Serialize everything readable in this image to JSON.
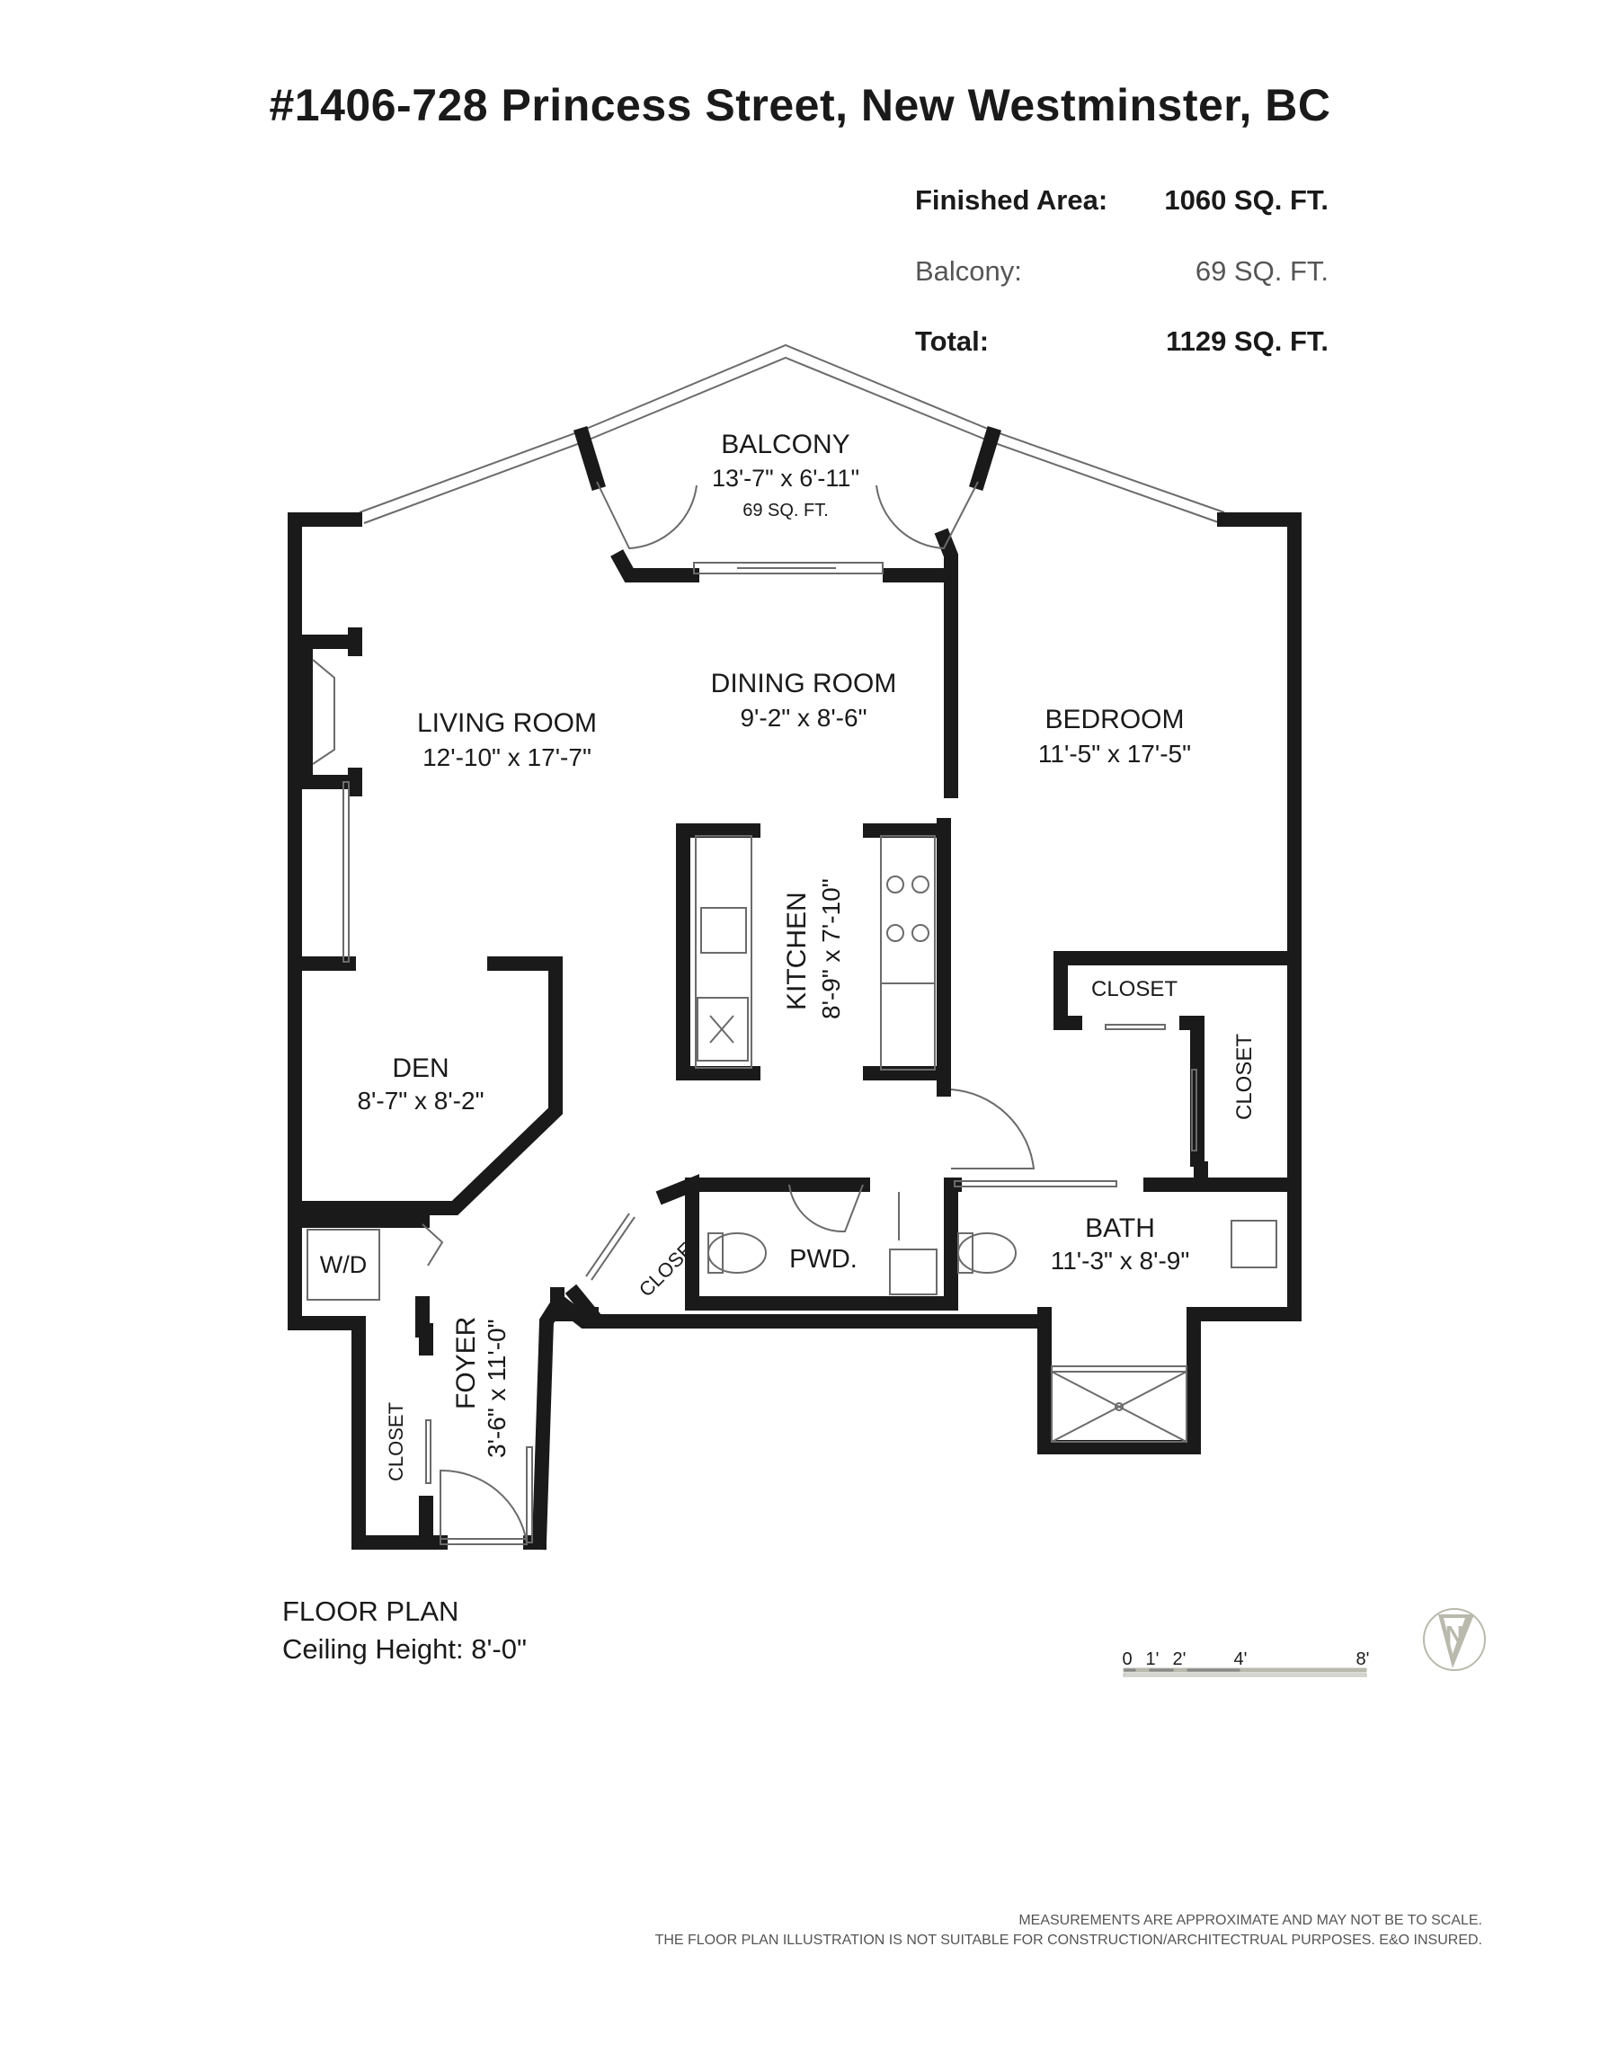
{
  "title": "#1406-728 Princess Street, New Westminster, BC",
  "areas": {
    "finished": {
      "label": "Finished Area:",
      "value": "1060 SQ. FT."
    },
    "balcony": {
      "label": "Balcony:",
      "value": "69 SQ. FT."
    },
    "total": {
      "label": "Total:",
      "value": "1129 SQ. FT."
    }
  },
  "rooms": {
    "balcony": {
      "name": "BALCONY",
      "dims": "13'-7\" x 6'-11\"",
      "area": "69 SQ. FT."
    },
    "dining": {
      "name": "DINING ROOM",
      "dims": "9'-2\" x 8'-6\""
    },
    "living": {
      "name": "LIVING ROOM",
      "dims": "12'-10\" x 17'-7\""
    },
    "bedroom": {
      "name": "BEDROOM",
      "dims": "11'-5\" x 17'-5\""
    },
    "kitchen": {
      "name": "KITCHEN",
      "dims": "8'-9\" x 7'-10\""
    },
    "den": {
      "name": "DEN",
      "dims": "8'-7\" x 8'-2\""
    },
    "wd": {
      "name": "W/D"
    },
    "closet_bed_top": {
      "name": "CLOSET"
    },
    "closet_bed_side": {
      "name": "CLOSET"
    },
    "closet_hall": {
      "name": "CLOSET"
    },
    "closet_foyer": {
      "name": "CLOSET"
    },
    "pwd": {
      "name": "PWD."
    },
    "bath": {
      "name": "BATH",
      "dims": "11'-3\" x 8'-9\""
    },
    "foyer": {
      "name": "FOYER",
      "dims": "3'-6\" x 11'-0\""
    }
  },
  "floor_plan": {
    "title": "FLOOR PLAN",
    "ceiling": "Ceiling Height: 8'-0\""
  },
  "scale_labels": [
    "0",
    "1'",
    "2'",
    "4'",
    "8'"
  ],
  "disclaimer": {
    "line1": "MEASUREMENTS ARE APPROXIMATE AND MAY NOT BE TO SCALE.",
    "line2": "THE FLOOR PLAN ILLUSTRATION IS NOT SUITABLE FOR CONSTRUCTION/ARCHITECTRUAL PURPOSES. E&O INSURED."
  },
  "colors": {
    "wall": "#1a1a1a",
    "line": "#6b6b6b",
    "light": "#b9b9ad"
  }
}
